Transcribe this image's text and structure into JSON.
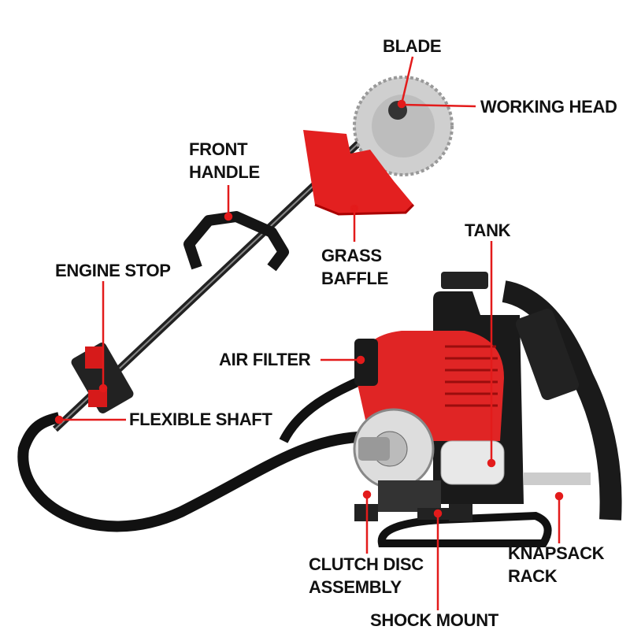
{
  "labels": {
    "blade": "BLADE",
    "working_head": "WORKING HEAD",
    "front_handle_1": "FRONT",
    "front_handle_2": "HANDLE",
    "grass_baffle_1": "GRASS",
    "grass_baffle_2": "BAFFLE",
    "tank": "TANK",
    "engine_stop": "ENGINE STOP",
    "air_filter": "AIR FILTER",
    "flexible_shaft": "FLEXIBLE SHAFT",
    "clutch_1": "CLUTCH DISC",
    "clutch_2": "ASSEMBLY",
    "knapsack_1": "KNAPSACK",
    "knapsack_2": "RACK",
    "shock_mount": "SHOCK MOUNT"
  },
  "colors": {
    "accent": "#e31b1b",
    "text": "#111111",
    "frame": "#1a1a1a"
  }
}
